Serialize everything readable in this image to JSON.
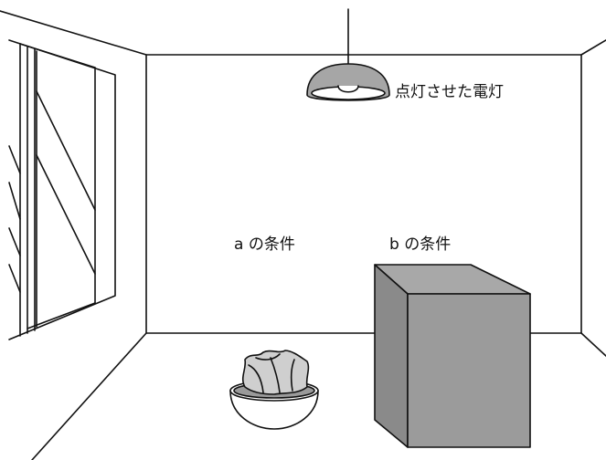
{
  "labels": {
    "lamp": "点灯させた電灯",
    "condition_a": "a の条件",
    "condition_b": "b の条件"
  },
  "colors": {
    "line": "#111111",
    "box_front": "#9b9b9b",
    "box_top": "#a8a8a8",
    "box_side": "#8a8a8a",
    "lamp_shade": "#a6a6a6",
    "leaf": "#cfcfcf",
    "soil": "#9a9a9a"
  }
}
